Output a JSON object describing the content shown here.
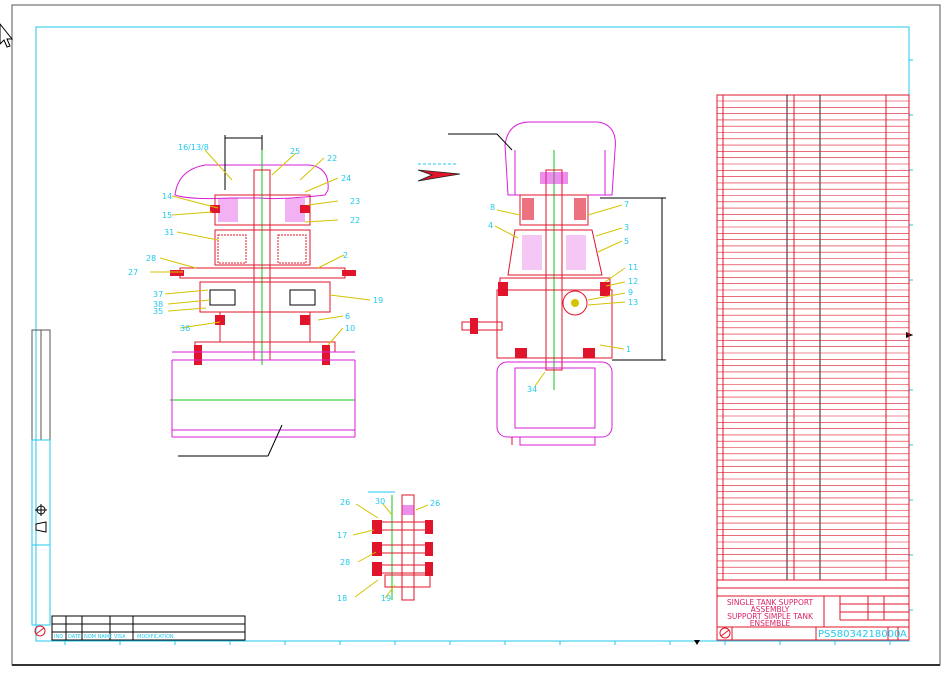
{
  "colors": {
    "frame_line": "#22c9ee",
    "part_outline": "#e0142a",
    "housing": "#d91fd9",
    "label": "#22c9ee",
    "title_text": "#d9256b",
    "centerline": "#17c217"
  },
  "left_view": {
    "labels": [
      "16/13/8",
      "25",
      "22",
      "24",
      "23",
      "22",
      "14",
      "15",
      "31",
      "28",
      "27",
      "2",
      "37",
      "38",
      "35",
      "36",
      "19",
      "6",
      "10"
    ]
  },
  "right_view": {
    "labels": [
      "8",
      "7",
      "4",
      "3",
      "5",
      "11",
      "12",
      "9",
      "13",
      "1",
      "34"
    ]
  },
  "detail_view": {
    "labels": [
      "26",
      "30",
      "26",
      "17",
      "28",
      "18",
      "19"
    ]
  },
  "title_block": {
    "title_lines": [
      "SINGLE TANK SUPPORT",
      "ASSEMBLY",
      "SUPPORT SIMPLE TANK",
      "ENSEMBLE"
    ],
    "drawing_number": "PS58034218000",
    "sheet_letter": "A"
  },
  "revision_table": {
    "headers": [
      "IND",
      "DATE",
      "NOM NAME",
      "VISA",
      "MODIFICATION"
    ]
  },
  "icons": [
    "arrow-cursor-icon",
    "projection-symbol-icon",
    "company-logo-icon",
    "sheet-center-marker-icon"
  ]
}
